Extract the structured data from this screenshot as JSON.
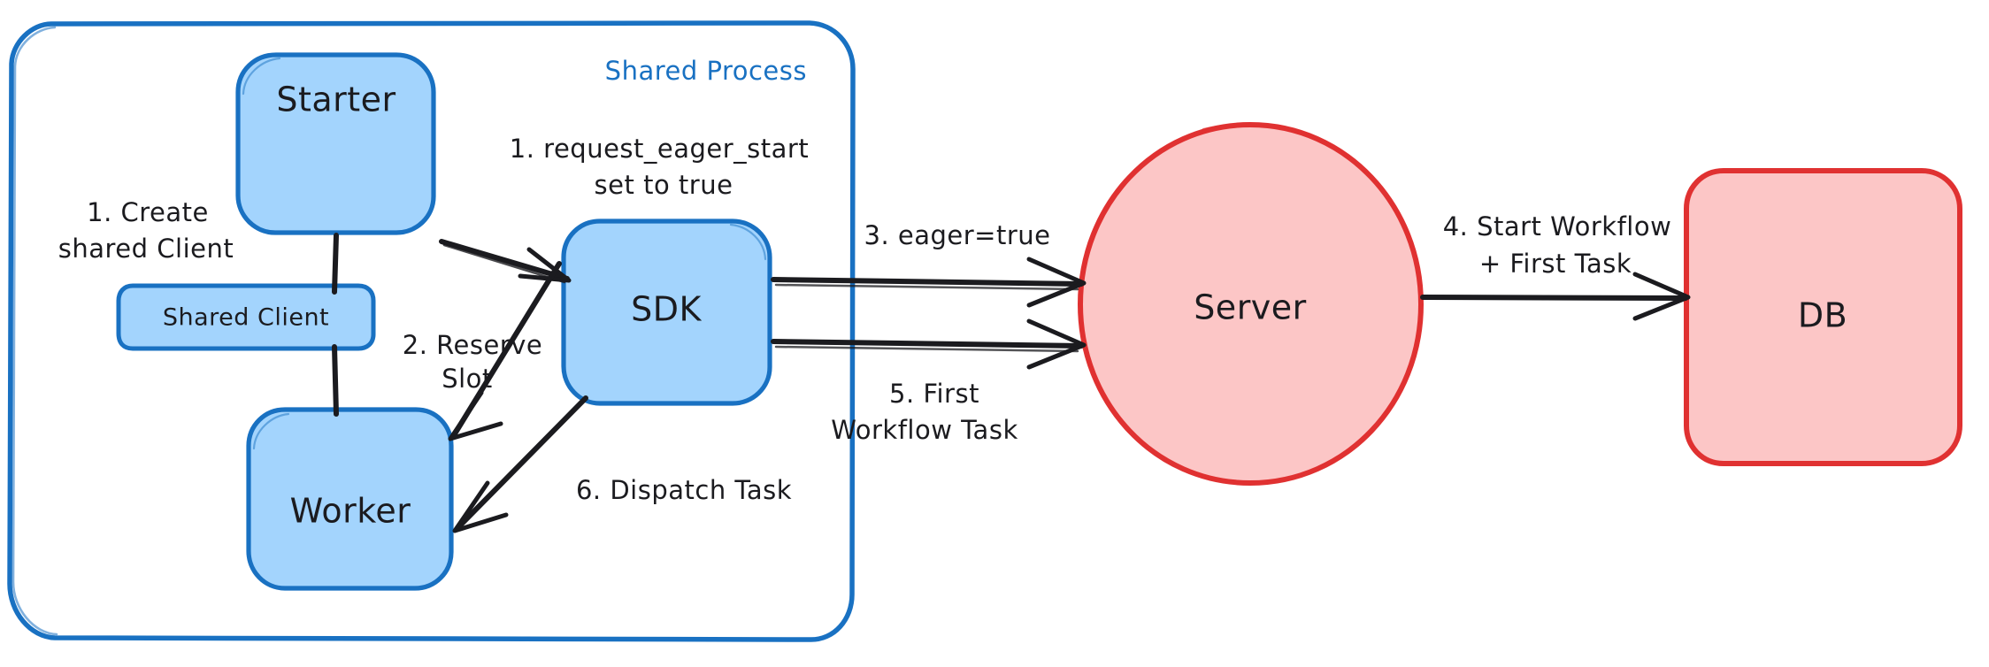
{
  "diagram": {
    "title": "Eager Workflow Start - Shared Process Architecture",
    "type": "flow-diagram",
    "colors": {
      "blue_stroke": "#1971c2",
      "blue_fill": "#a3d4fd",
      "red_stroke": "#e03131",
      "red_fill": "#fcc6c6",
      "ink": "#1b1b1f",
      "background": "#ffffff"
    }
  },
  "container": {
    "label": "Shared Process"
  },
  "nodes": {
    "starter": {
      "label": "Starter"
    },
    "shared_client": {
      "label": "Shared Client"
    },
    "worker": {
      "label": "Worker"
    },
    "sdk": {
      "label": "SDK"
    },
    "server": {
      "label": "Server"
    },
    "db": {
      "label": "DB"
    }
  },
  "edge_labels": {
    "create_shared_client": {
      "line1": "1. Create",
      "line2": "shared Client"
    },
    "request_eager_start": {
      "line1": "1. request_eager_start",
      "line2": "set to true"
    },
    "reserve_slot": {
      "line1": "2. Reserve",
      "line2": "Slot"
    },
    "eager_true": {
      "line1": "3. eager=true"
    },
    "start_workflow": {
      "line1": "4. Start Workflow",
      "line2": "+ First Task"
    },
    "first_workflow_task": {
      "line1": "5. First",
      "line2": "Workflow Task"
    },
    "dispatch_task": {
      "line1": "6. Dispatch Task"
    }
  }
}
